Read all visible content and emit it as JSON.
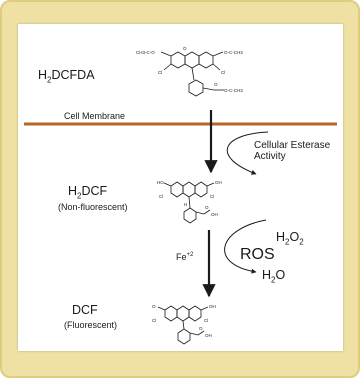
{
  "labels": {
    "h2dcfda": {
      "pre": "H",
      "sub": "2",
      "post": "DCFDA"
    },
    "membrane": "Cell Membrane",
    "esterase_line1": "Cellular Esterase",
    "esterase_line2": "Activity",
    "h2dcf": {
      "pre": "H",
      "sub": "2",
      "post": "DCF"
    },
    "h2dcf_note": "(Non-fluorescent)",
    "fe": {
      "pre": "Fe",
      "sup": "+2"
    },
    "h2o2": {
      "pre": "H",
      "sub": "2",
      "mid": "O",
      "sub2": "2"
    },
    "ros": "ROS",
    "h2o": {
      "pre": "H",
      "sub": "2",
      "post": "O"
    },
    "dcf": "DCF",
    "dcf_note": "(Fluorescent)"
  },
  "colors": {
    "frame": "#efe0a4",
    "membrane": "#b8642a",
    "ink": "#1a1a1a"
  }
}
